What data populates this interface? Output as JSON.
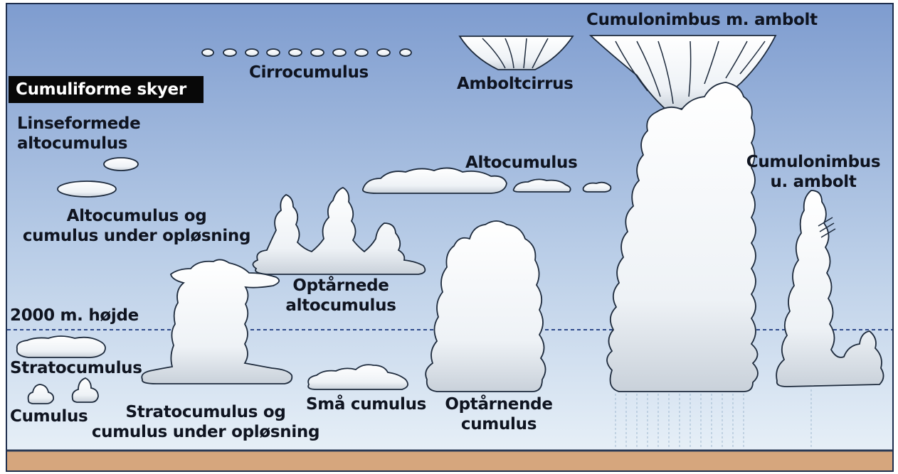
{
  "diagram": {
    "title": "Cumuliforme skyer",
    "altitude_label": "2000 m. højde",
    "clouds": {
      "cirrocumulus": "Cirrocumulus",
      "amboltcirrus": "Amboltcirrus",
      "cumulonimbus_anvil": "Cumulonimbus m. ambolt",
      "lenticular": [
        "Linseformede",
        "altocumulus"
      ],
      "altocumulus": "Altocumulus",
      "cumulonimbus_no_anvil": [
        "Cumulonimbus",
        "u. ambolt"
      ],
      "altocumulus_dissolving": [
        "Altocumulus og",
        "cumulus under opløsning"
      ],
      "towering_altocumulus": [
        "Optårnede",
        "altocumulus"
      ],
      "stratocumulus": "Stratocumulus",
      "cumulus": "Cumulus",
      "stratocumulus_dissolving": [
        "Stratocumulus og",
        "cumulus under opløsning"
      ],
      "small_cumulus": "Små cumulus",
      "towering_cumulus": [
        "Optårnende",
        "cumulus"
      ]
    },
    "colors": {
      "sky_top": "#7e9ccf",
      "sky_bottom": "#e6eff7",
      "ground": "#d6a67d",
      "ground_line": "#2b3a56",
      "cloud_fill": "#f4f7fa",
      "cloud_shadow": "#c5cdd6",
      "cloud_outline": "#1d2a3c",
      "label_text": "#0f1420",
      "title_box": "#080808",
      "title_text": "#ffffff",
      "altitude_line": "#2f4a8a"
    }
  }
}
